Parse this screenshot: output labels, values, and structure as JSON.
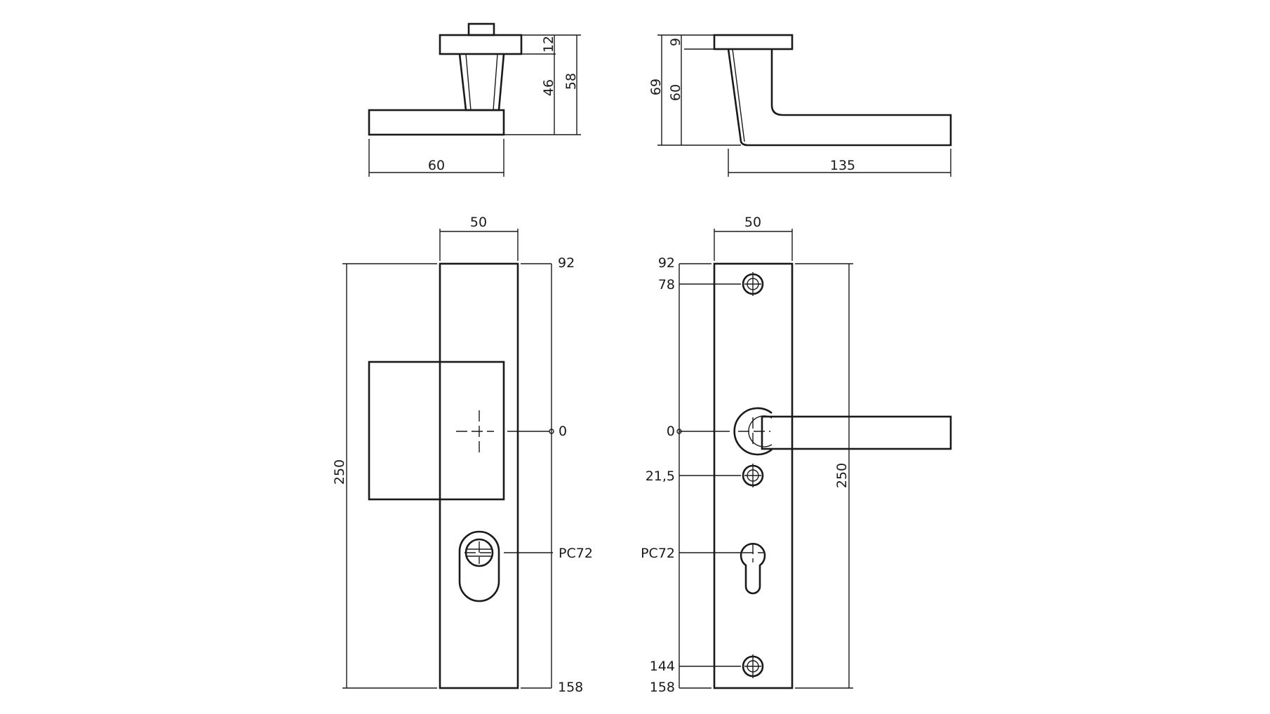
{
  "colors": {
    "line": "#1a1a1a",
    "background": "#ffffff"
  },
  "views": {
    "rosette_side": {
      "dims": {
        "rose_height": "12",
        "neck_height": "46",
        "total_height": "58",
        "base_width": "60"
      }
    },
    "lever_side": {
      "dims": {
        "rose_height": "9",
        "lever_height": "60",
        "total_height": "69",
        "lever_length": "135"
      }
    },
    "plate_knob_front": {
      "dims": {
        "plate_width": "50",
        "top": "92",
        "center": "0",
        "cylinder": "PC72",
        "bottom": "158",
        "plate_length": "250"
      }
    },
    "plate_lever_front": {
      "dims": {
        "plate_width": "50",
        "top": "92",
        "top_screw": "78",
        "center": "0",
        "middle_screw": "21,5",
        "cylinder": "PC72",
        "bottom_screw": "144",
        "bottom": "158",
        "plate_length": "250"
      }
    }
  }
}
